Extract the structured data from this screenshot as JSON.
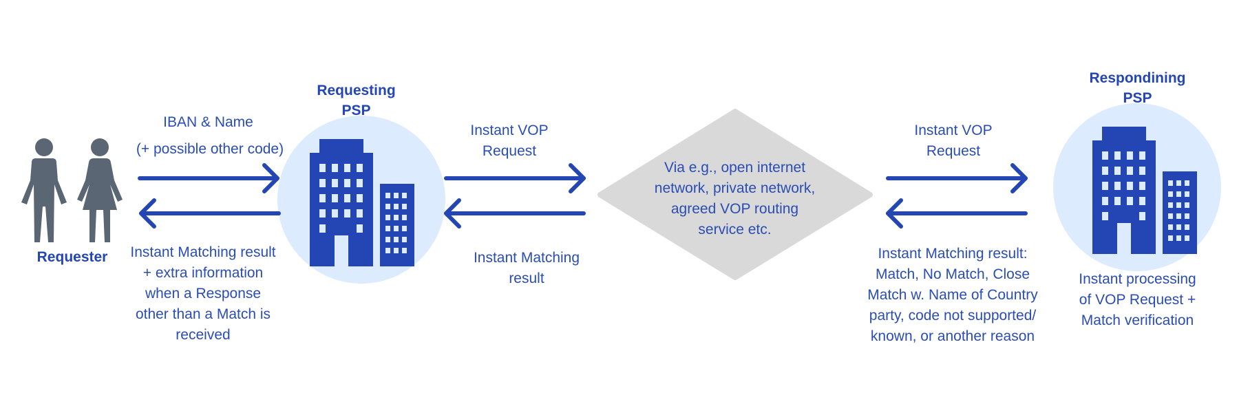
{
  "colors": {
    "accent": "#2346b4",
    "circle_fill": "#dcebfd",
    "diamond_fill": "#d9d9d9",
    "person_fill": "#5b6674",
    "text": "#2a4db3"
  },
  "actors": {
    "requester": {
      "label": "Requester",
      "icon": "people-icon"
    },
    "requesting_psp": {
      "label": "Requesting\nPSP",
      "icon": "building-icon"
    },
    "network": {
      "label": "Via e.g., open internet\nnetwork, private network,\nagreed VOP routing\nservice etc."
    },
    "responding_psp": {
      "label": "Respondining\nPSP",
      "icon": "building-icon",
      "note": "Instant processing\nof VOP Request +\nMatch verification"
    }
  },
  "flows": {
    "req_to_psp": {
      "line1": "IBAN & Name",
      "line2": "(+ possible other code)"
    },
    "psp_to_req": {
      "label": "Instant Matching result\n+ extra information\nwhen a Response\nother than a Match is\nreceived"
    },
    "psp_to_network": {
      "label": "Instant VOP\nRequest"
    },
    "network_to_psp": {
      "label": "Instant Matching\nresult"
    },
    "network_to_resp": {
      "label": "Instant VOP\nRequest"
    },
    "resp_to_network": {
      "label": "Instant Matching result:\nMatch, No Match, Close\nMatch w. Name of Country\nparty, code not supported/\nknown, or another reason"
    }
  }
}
